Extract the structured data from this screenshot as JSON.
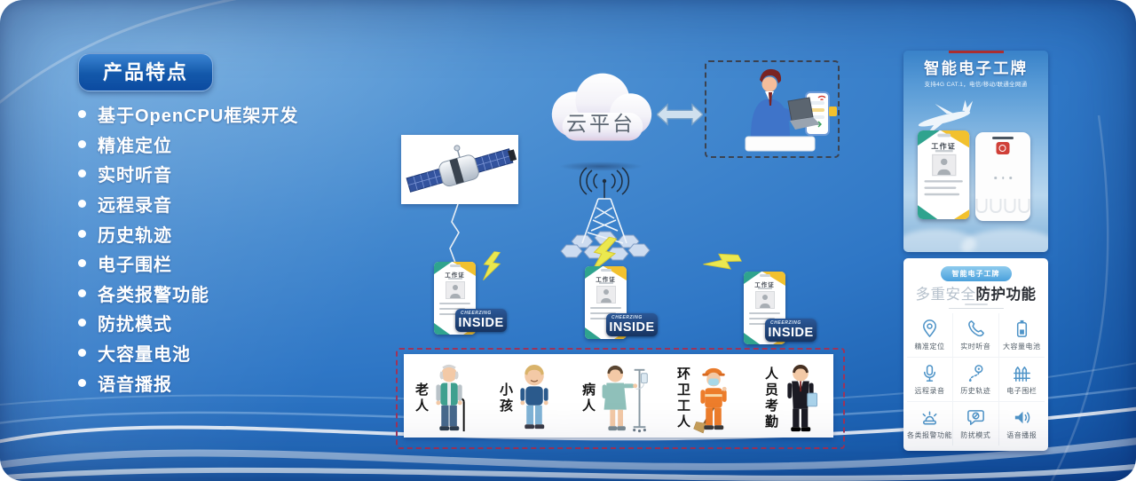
{
  "features": {
    "badge_label": "产品特点",
    "items": [
      "基于OpenCPU框架开发",
      "精准定位",
      "实时听音",
      "远程录音",
      "历史轨迹",
      "电子围栏",
      "各类报警功能",
      "防扰模式",
      "大容量电池",
      "语音播报"
    ]
  },
  "diagram": {
    "cloud_label": "云平台",
    "badge": {
      "brand": "CHEERZING",
      "inside_label": "INSIDE",
      "card_title": "工作证"
    },
    "people": [
      "老人",
      "小孩",
      "病人",
      "环卫工人",
      "人员考勤"
    ]
  },
  "right_top": {
    "title": "智能电子工牌",
    "subtitle": "支持4G CAT.1，电信/移动/联通全网通",
    "card_title": "工作证"
  },
  "right_bottom": {
    "pill_label": "智能电子工牌",
    "title_light": "多重安全",
    "title_bold": "防护功能",
    "features": [
      {
        "icon": "location-pin-icon",
        "label": "精准定位"
      },
      {
        "icon": "phone-icon",
        "label": "实时听音"
      },
      {
        "icon": "battery-icon",
        "label": "大容量电池"
      },
      {
        "icon": "microphone-icon",
        "label": "远程录音"
      },
      {
        "icon": "route-icon",
        "label": "历史轨迹"
      },
      {
        "icon": "fence-icon",
        "label": "电子围栏"
      },
      {
        "icon": "alarm-icon",
        "label": "各类报警功能"
      },
      {
        "icon": "no-disturb-icon",
        "label": "防扰模式"
      },
      {
        "icon": "speaker-icon",
        "label": "语音播报"
      }
    ]
  },
  "colors": {
    "panel_blue_light": "#5b9bd5",
    "panel_blue_dark": "#0a3f90",
    "feature_badge_blue": "#0b4aa0",
    "lightning_yellow": "#ebe84f",
    "inside_tag_navy": "#173461",
    "badge_teal": "#2fa38e",
    "badge_yellow": "#f2c12e",
    "dashed_frame_red": "#a03358",
    "icon_blue": "#4f94c8"
  }
}
